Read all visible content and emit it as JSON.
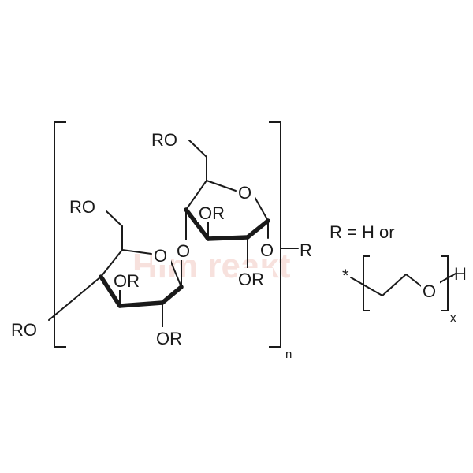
{
  "structure": {
    "labels": {
      "ro_top": "RO",
      "o_ring_right": "O",
      "or_right_upper": "OR",
      "o_glycosidic_right": "O",
      "r_end": "R",
      "or_right_lower": "OR",
      "ro_left_ch2": "RO",
      "o_glycosidic_link": "O",
      "o_ring_left": "O",
      "or_left_upper": "OR",
      "ro_far_left": "RO",
      "or_left_lower": "OR"
    },
    "repeat_subscript": "n"
  },
  "legend": {
    "text": "R = H or",
    "star": "*",
    "oxygen": "O",
    "hydrogen": "H",
    "repeat_subscript": "x"
  },
  "watermark": {
    "text": "Him reakt"
  },
  "colors": {
    "ink": "#1a1a1a",
    "watermark": "#f2c9c3"
  }
}
